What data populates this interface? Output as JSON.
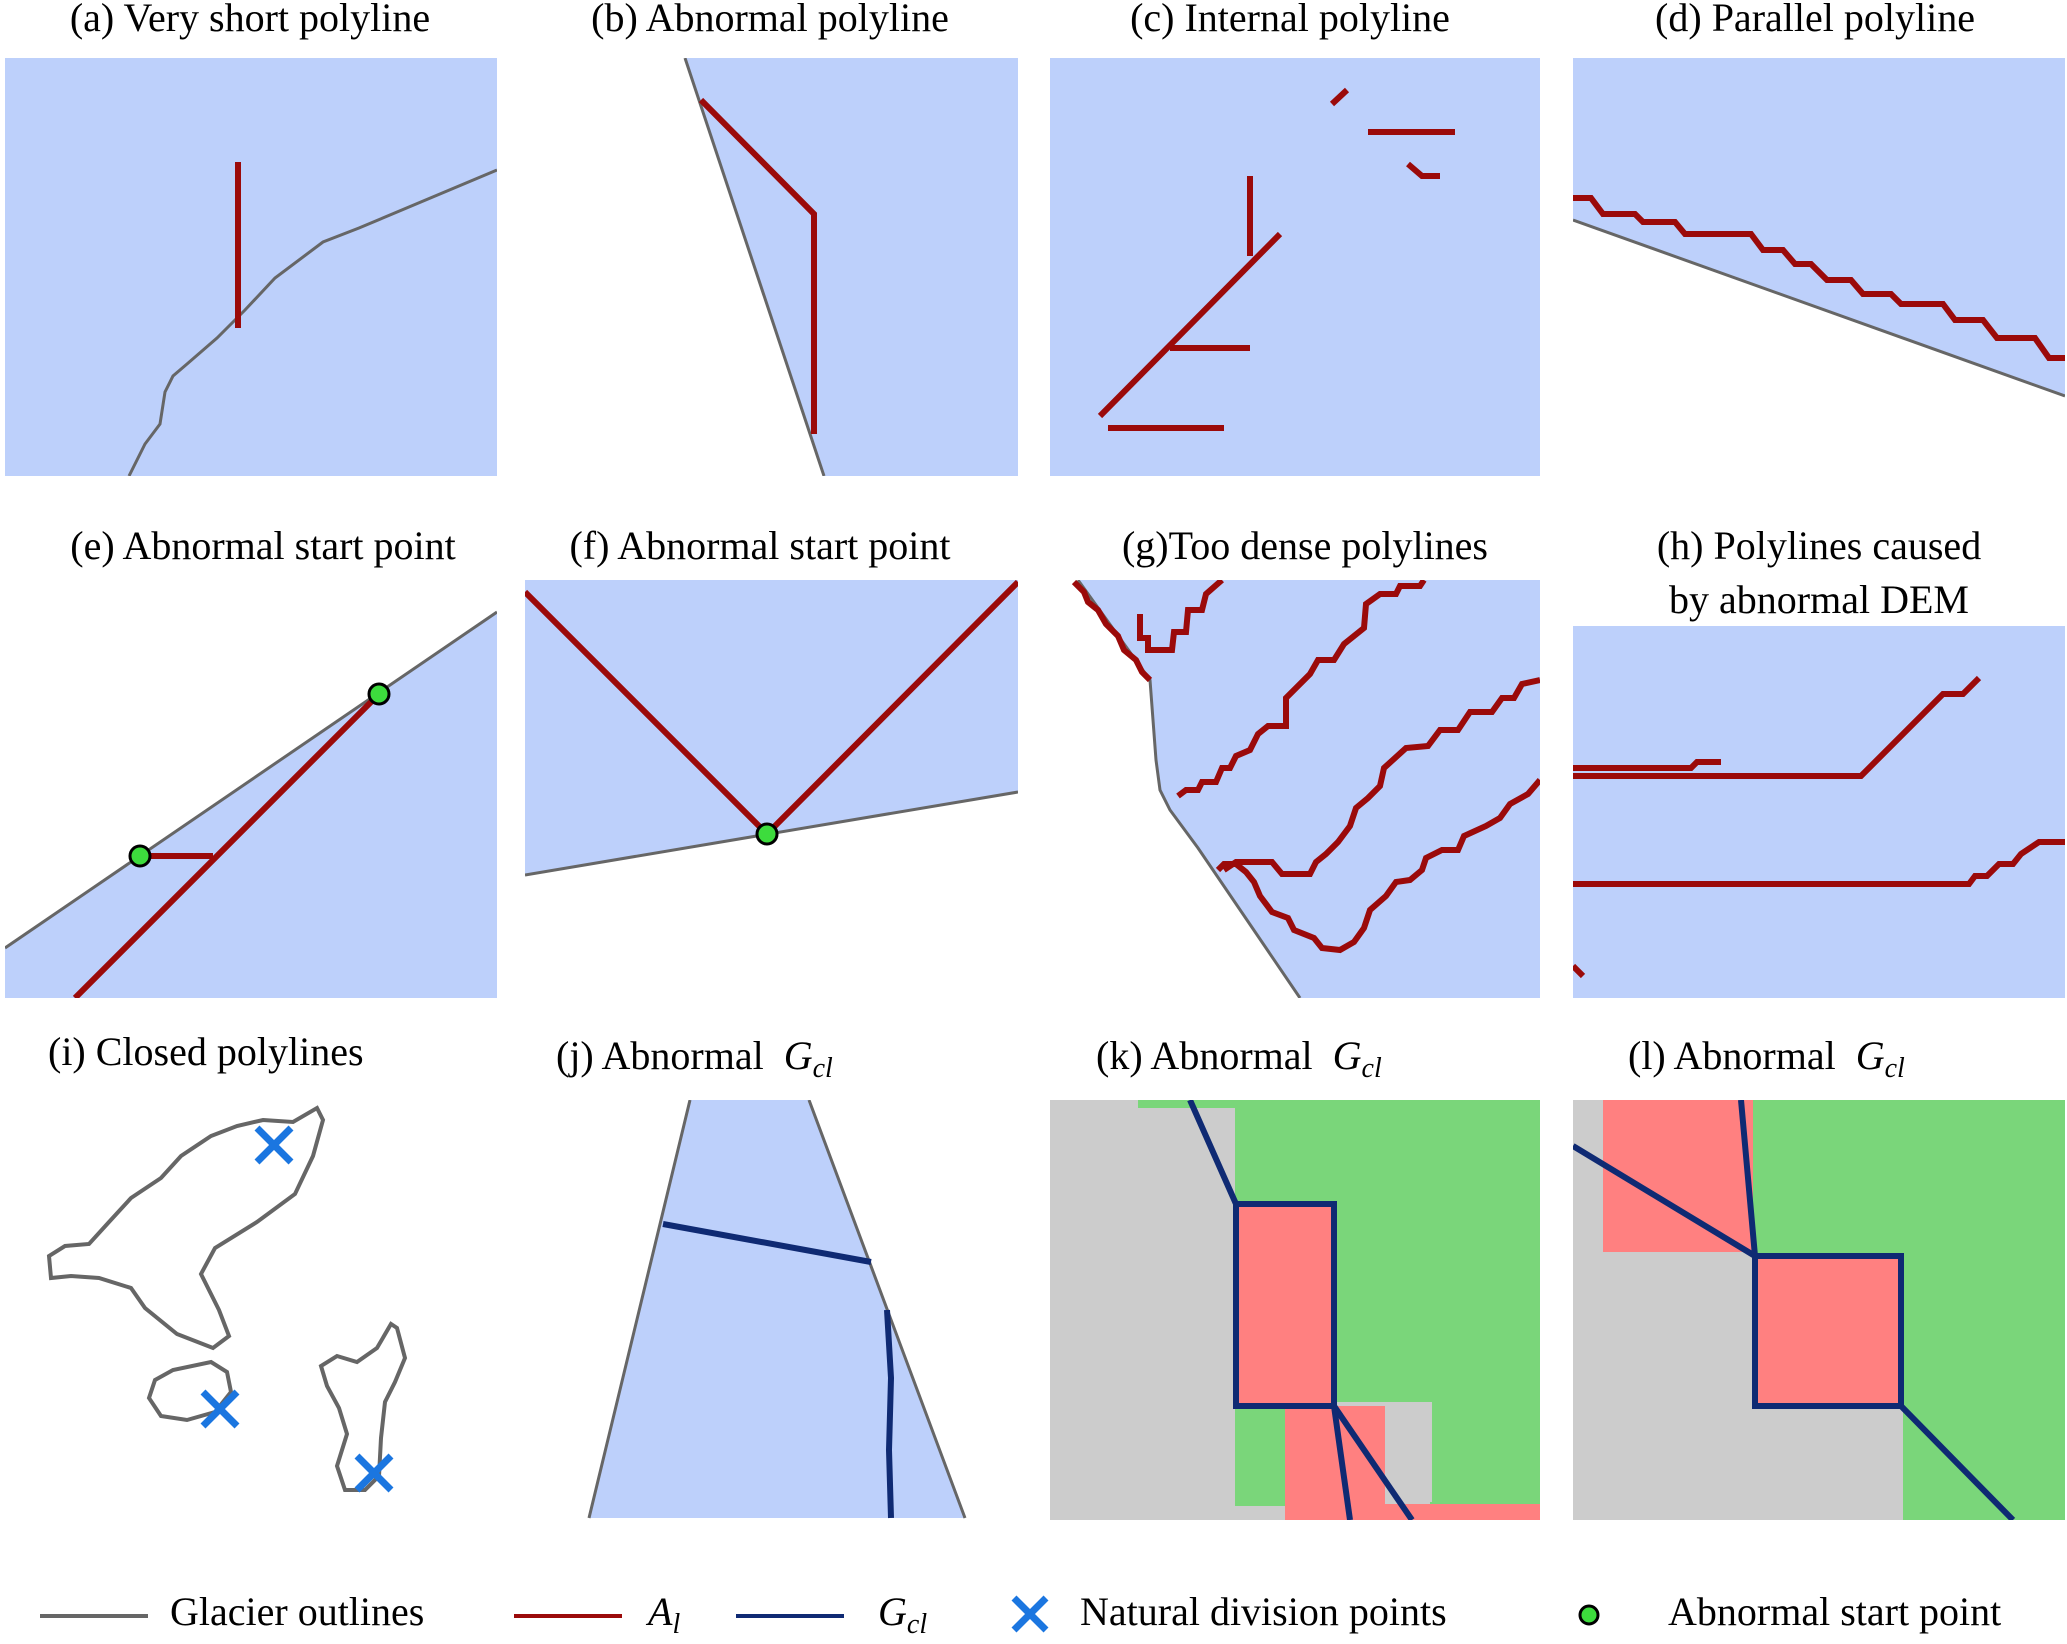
{
  "colors": {
    "glacier_fill": "#bdd0fb",
    "outline": "#666666",
    "al_line": "#9b0a0a",
    "gcl_line": "#0f2a73",
    "division_x": "#1b76e0",
    "start_point_fill": "#3ddc3d",
    "grey_cell": "#cccccc",
    "green_cell": "#7ad67a",
    "red_cell": "#ff8080"
  },
  "panels": [
    {
      "id": "a",
      "title": "(a) Very short polyline"
    },
    {
      "id": "b",
      "title": "(b) Abnormal polyline"
    },
    {
      "id": "c",
      "title": "(c) Internal polyline"
    },
    {
      "id": "d",
      "title": "(d) Parallel polyline"
    },
    {
      "id": "e",
      "title": "(e) Abnormal start point"
    },
    {
      "id": "f",
      "title": "(f) Abnormal start point"
    },
    {
      "id": "g",
      "title": "(g)Too dense polylines"
    },
    {
      "id": "h",
      "title_line1": "(h) Polylines caused",
      "title_line2": "by abnormal DEM"
    },
    {
      "id": "i",
      "title": "(i) Closed polylines"
    },
    {
      "id": "j",
      "title_prefix": "(j) Abnormal",
      "symbol": "G",
      "subscript": "cl"
    },
    {
      "id": "k",
      "title_prefix": "(k) Abnormal",
      "symbol": "G",
      "subscript": "cl"
    },
    {
      "id": "l",
      "title_prefix": "(l) Abnormal",
      "symbol": "G",
      "subscript": "cl"
    }
  ],
  "legend": {
    "glacier_outlines": "Glacier outlines",
    "al_symbol": "A",
    "al_subscript": "l",
    "gcl_symbol": "G",
    "gcl_subscript": "cl",
    "natural_division_points": "Natural division points",
    "abnormal_start_point": "Abnormal start point"
  }
}
